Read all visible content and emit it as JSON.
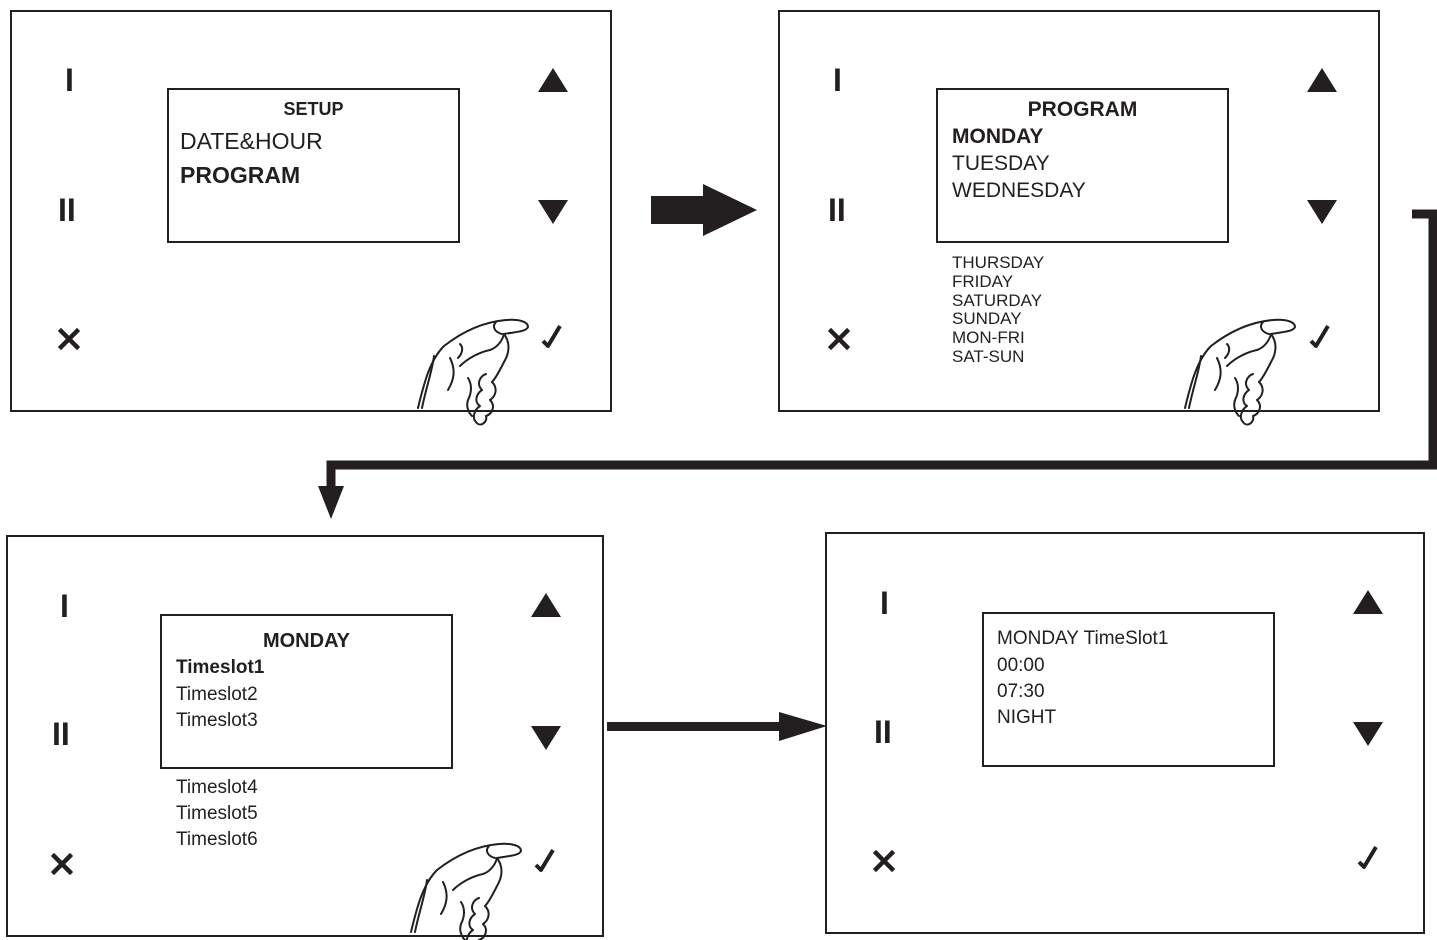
{
  "buttons": {
    "one": "I",
    "two": "II"
  },
  "icons": {
    "up": "up-triangle-icon",
    "down": "down-triangle-icon",
    "cancel": "cross-icon",
    "confirm": "check-icon",
    "hand": "hand-pressing-icon"
  },
  "screen1": {
    "title": "SETUP",
    "items": [
      "DATE&HOUR",
      "PROGRAM"
    ],
    "selected": "PROGRAM"
  },
  "screen2": {
    "title": "PROGRAM",
    "items": [
      "MONDAY",
      "TUESDAY",
      "WEDNESDAY"
    ],
    "selected": "MONDAY",
    "more": [
      "THURSDAY",
      "FRIDAY",
      "SATURDAY",
      "SUNDAY",
      "MON-FRI",
      "SAT-SUN"
    ]
  },
  "screen3": {
    "title": "MONDAY",
    "items": [
      "Timeslot1",
      "Timeslot2",
      "Timeslot3"
    ],
    "selected": "Timeslot1",
    "more": [
      "Timeslot4",
      "Timeslot5",
      "Timeslot6"
    ]
  },
  "screen4": {
    "lines": [
      "MONDAY TimeSlot1",
      "00:00",
      "07:30",
      "NIGHT"
    ]
  }
}
